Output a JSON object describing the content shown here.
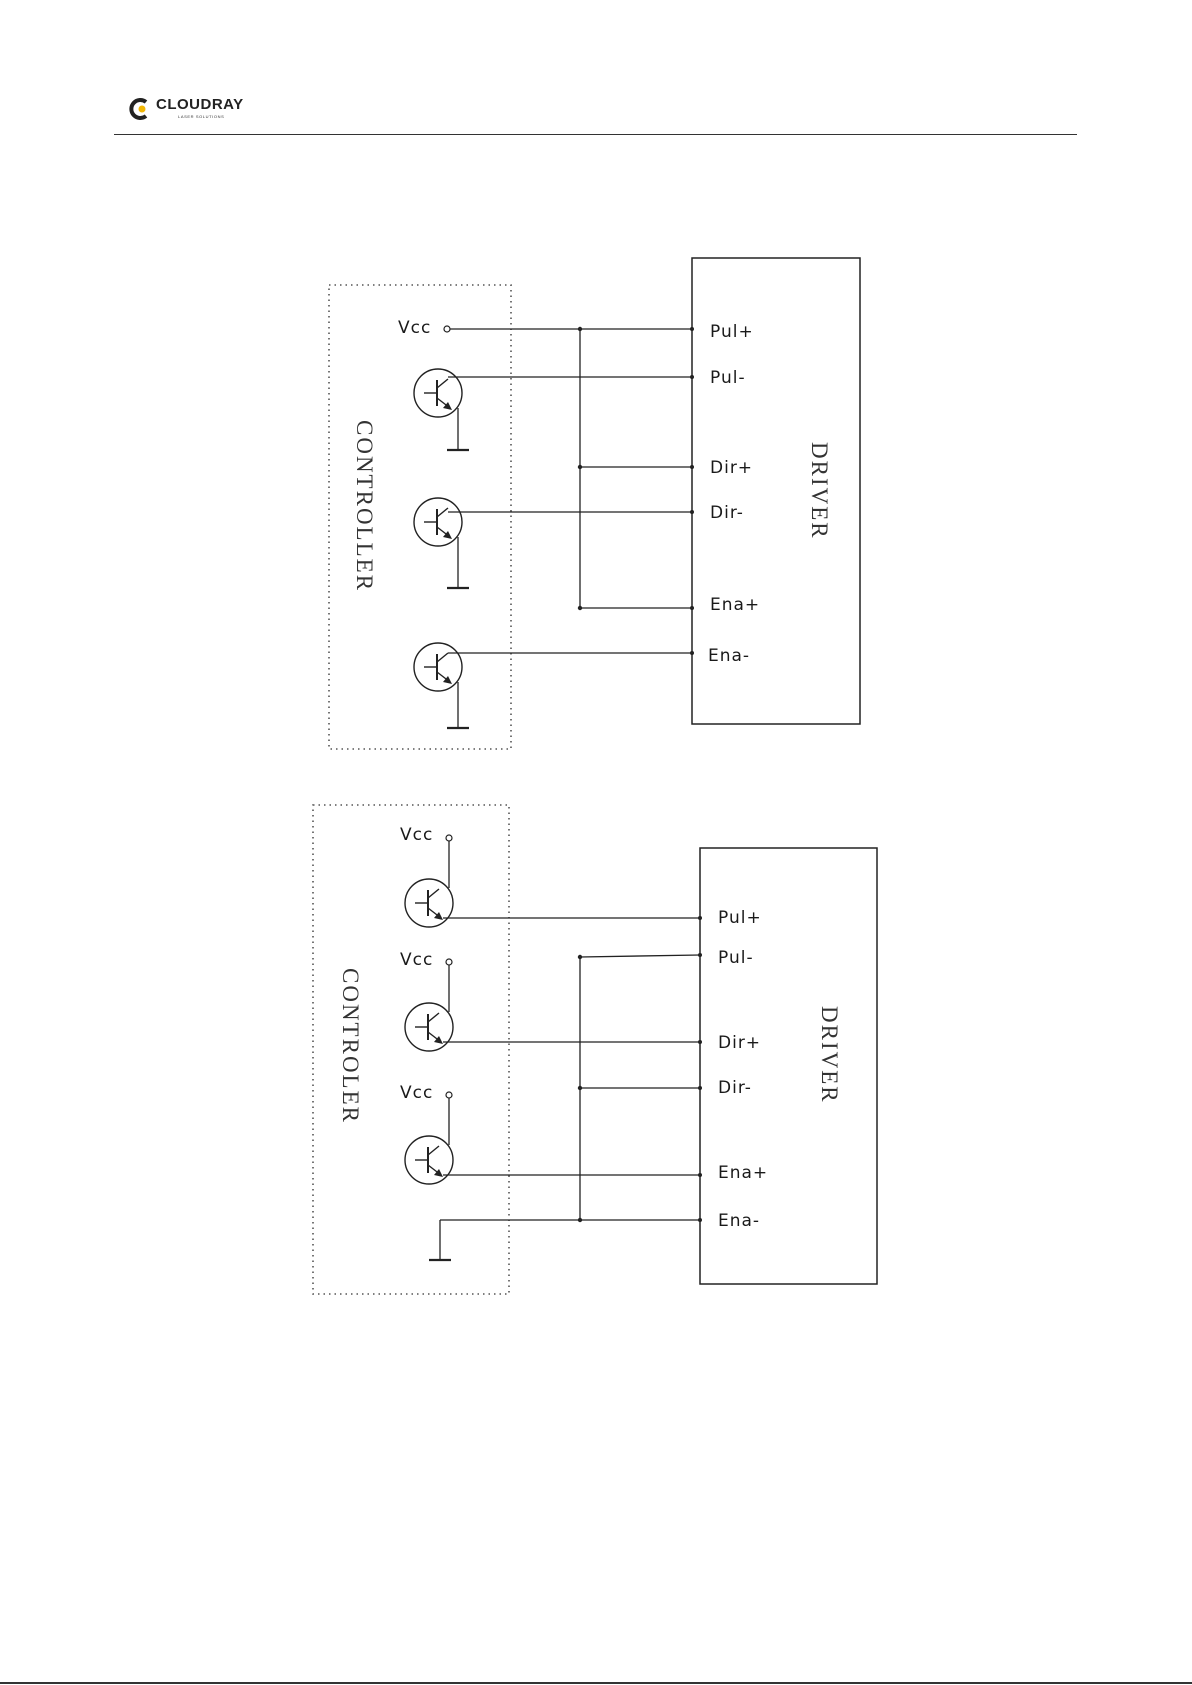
{
  "header": {
    "brand_name": "CLOUDRAY",
    "brand_tagline": "LASER SOLUTIONS",
    "brand_color": "#F2B705"
  },
  "diagram_top": {
    "controller_label": "CONTROLLER",
    "driver_label": "DRIVER",
    "supply_label": "Vcc",
    "pins": [
      "Pul+",
      "Pul-",
      "Dir+",
      "Dir-",
      "Ena+",
      "Ena-"
    ]
  },
  "diagram_bottom": {
    "controller_label": "CONTROLER",
    "driver_label": "DRIVER",
    "supply_labels": [
      "Vcc",
      "Vcc",
      "Vcc"
    ],
    "pins": [
      "Pul+",
      "Pul-",
      "Dir+",
      "Dir-",
      "Ena+",
      "Ena-"
    ]
  }
}
